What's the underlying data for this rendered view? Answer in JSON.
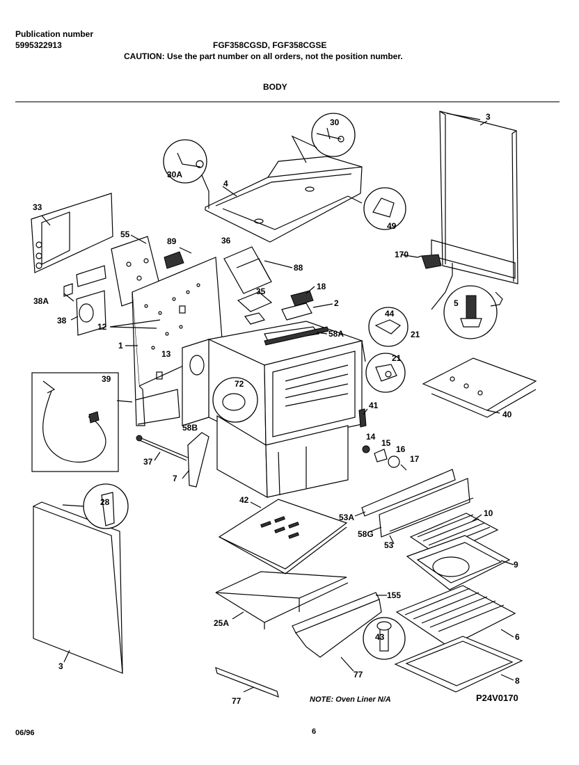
{
  "header": {
    "publication_label": "Publication number",
    "publication_number": "5995322913",
    "models": "FGF358CGSD, FGF358CGSE",
    "caution": "CAUTION:  Use the part number on all orders, not the position number.",
    "section_title": "BODY"
  },
  "footer": {
    "note": "NOTE: Oven Liner N/A",
    "diagram_code": "P24V0170",
    "date": "06/96",
    "page": "6"
  },
  "callouts": [
    "30",
    "30A",
    "4",
    "49",
    "3",
    "33",
    "55",
    "89",
    "36",
    "88",
    "18",
    "2",
    "35",
    "38A",
    "38",
    "12",
    "13",
    "1",
    "58A",
    "44",
    "21",
    "21",
    "5",
    "170",
    "39",
    "72",
    "41",
    "40",
    "14",
    "15",
    "16",
    "17",
    "58B",
    "37",
    "7",
    "42",
    "53A",
    "10",
    "58G",
    "53",
    "28",
    "9",
    "155",
    "25A",
    "6",
    "43",
    "3",
    "77",
    "8",
    "77"
  ]
}
